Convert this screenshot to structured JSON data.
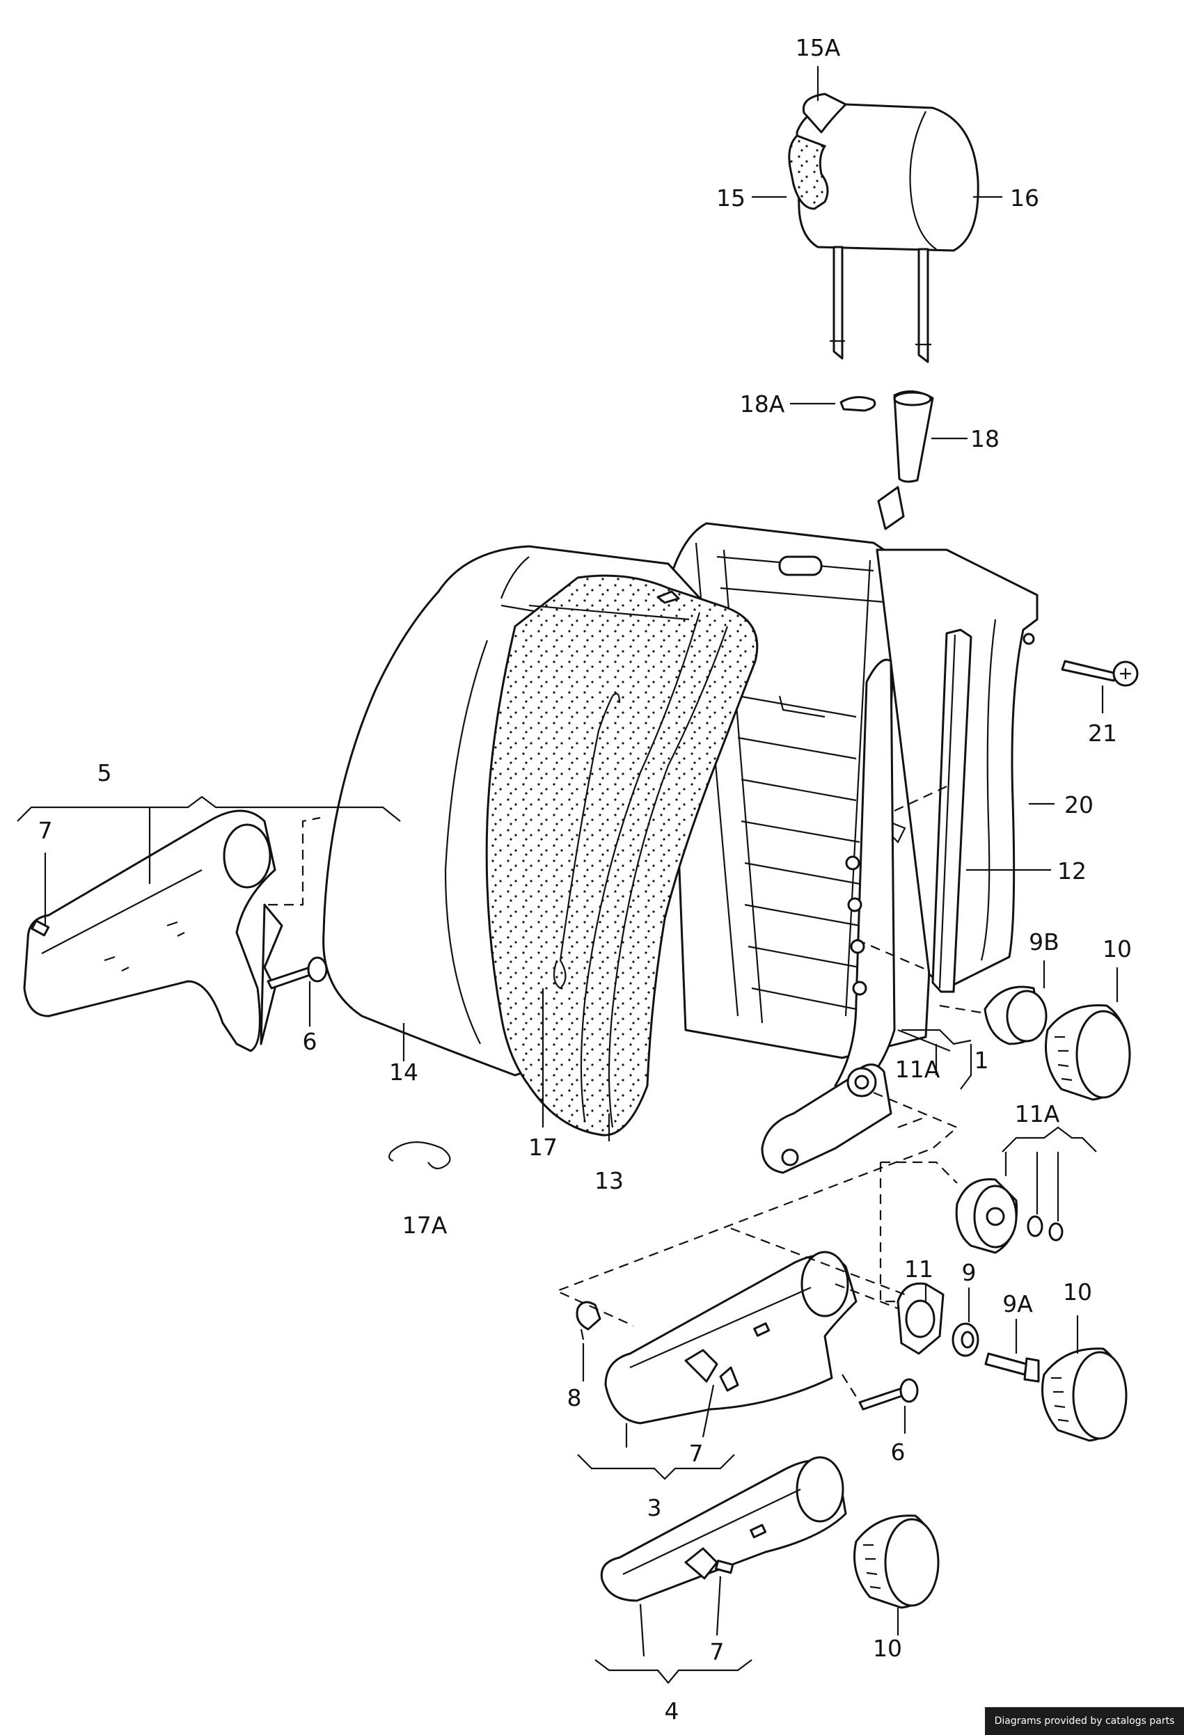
{
  "diagram": {
    "labels": {
      "l15A": "15A",
      "l15": "15",
      "l16": "16",
      "l18A": "18A",
      "l18": "18",
      "l21": "21",
      "l20": "20",
      "l12": "12",
      "l9B": "9B",
      "l10a": "10",
      "l5": "5",
      "l7a": "7",
      "l6a": "6",
      "l14": "14",
      "l17": "17",
      "l13": "13",
      "l11Aa": "11A",
      "l1": "1",
      "l11Ab": "11A",
      "l17A": "17A",
      "l11": "11",
      "l9": "9",
      "l9A": "9A",
      "l10b": "10",
      "l8": "8",
      "l7b": "7",
      "l6b": "6",
      "l3": "3",
      "l10c": "10",
      "l7c": "7",
      "l4": "4"
    }
  },
  "footer": {
    "credit": "Diagrams provided by catalogs parts"
  }
}
